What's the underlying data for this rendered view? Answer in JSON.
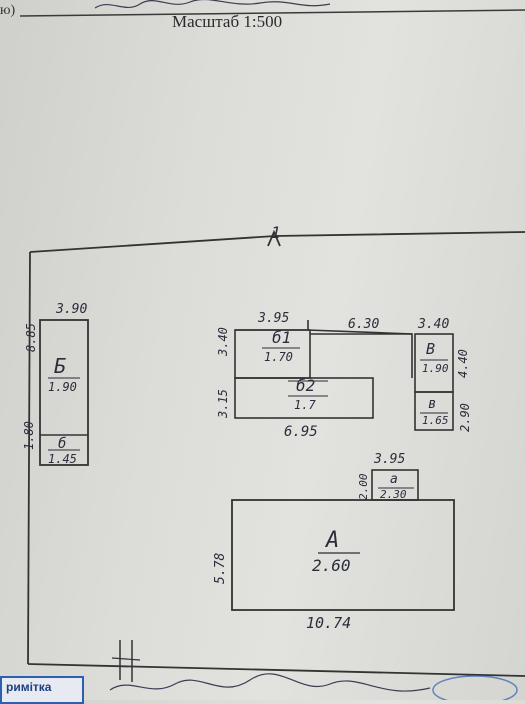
{
  "header": {
    "paren_fragment": "ю)",
    "scale_label": "Масштаб 1:500"
  },
  "boundary": {
    "corner_marker": "1"
  },
  "buildings": {
    "b_label": "Б",
    "b_area": "1.90",
    "b_top": "3.90",
    "b_side": "8.85",
    "e_label": "б",
    "e_area": "1.45",
    "e_side": "1.80",
    "b1_label": "б1",
    "b1_area": "1.70",
    "b1_top": "3.95",
    "b1_side": "3.40",
    "top_right_dim": "6.30",
    "top_right_dim2": "3.40",
    "b2_label": "б2",
    "b2_area": "1.7",
    "b2_side": "3.15",
    "b2_bottom": "6.95",
    "v_label": "В",
    "v_area": "1.90",
    "v_side": "4.40",
    "v2_label": "в",
    "v2_area": "1.65",
    "v2_side": "2.90",
    "a_small_label": "а",
    "a_small_area": "2.30",
    "a_small_top": "3.95",
    "a_small_side": "2.00",
    "a_label": "А",
    "a_area": "2.60",
    "a_side": "5.78",
    "a_bottom": "10.74"
  },
  "footer": {
    "stamp_text": "римітка",
    "ink_color": "#2b2d3c",
    "stamp_color": "#2b5fb0"
  }
}
